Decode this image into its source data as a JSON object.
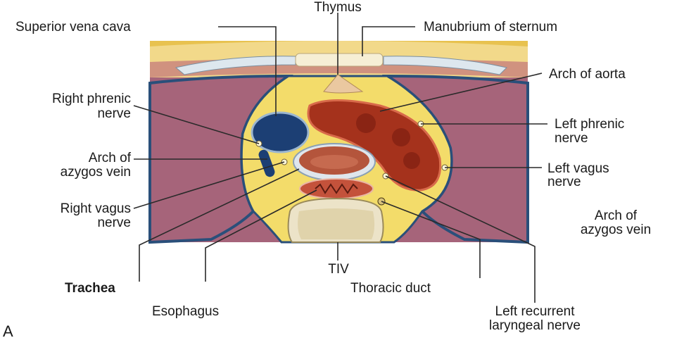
{
  "figure_letter": "A",
  "labels": {
    "thymus": "Thymus",
    "superior_vena_cava": "Superior vena cava",
    "manubrium": "Manubrium of sternum",
    "arch_of_aorta": "Arch of aorta",
    "right_phrenic_line1": "Right phrenic",
    "right_phrenic_line2": "nerve",
    "left_phrenic_line1": "Left phrenic",
    "left_phrenic_line2": "nerve",
    "arch_azygos_left_line1": "Arch of",
    "arch_azygos_left_line2": "azygos vein",
    "left_vagus_line1": "Left vagus",
    "left_vagus_line2": "nerve",
    "right_vagus_line1": "Right vagus",
    "right_vagus_line2": "nerve",
    "arch_azygos_right_line1": "Arch of",
    "arch_azygos_right_line2": "azygos vein",
    "tiv": "TIV",
    "trachea": "Trachea",
    "thoracic_duct": "Thoracic duct",
    "esophagus": "Esophagus",
    "left_recurrent_line1": "Left recurrent",
    "left_recurrent_line2": "laryngeal nerve"
  },
  "colors": {
    "lung": "#a6647a",
    "fat": "#f3dc6a",
    "pleura": "#2a4f7a",
    "svc": "#1c3f74",
    "aorta": "#a5321c",
    "bone": "#ece3c8",
    "trachea": "#b4553c"
  }
}
